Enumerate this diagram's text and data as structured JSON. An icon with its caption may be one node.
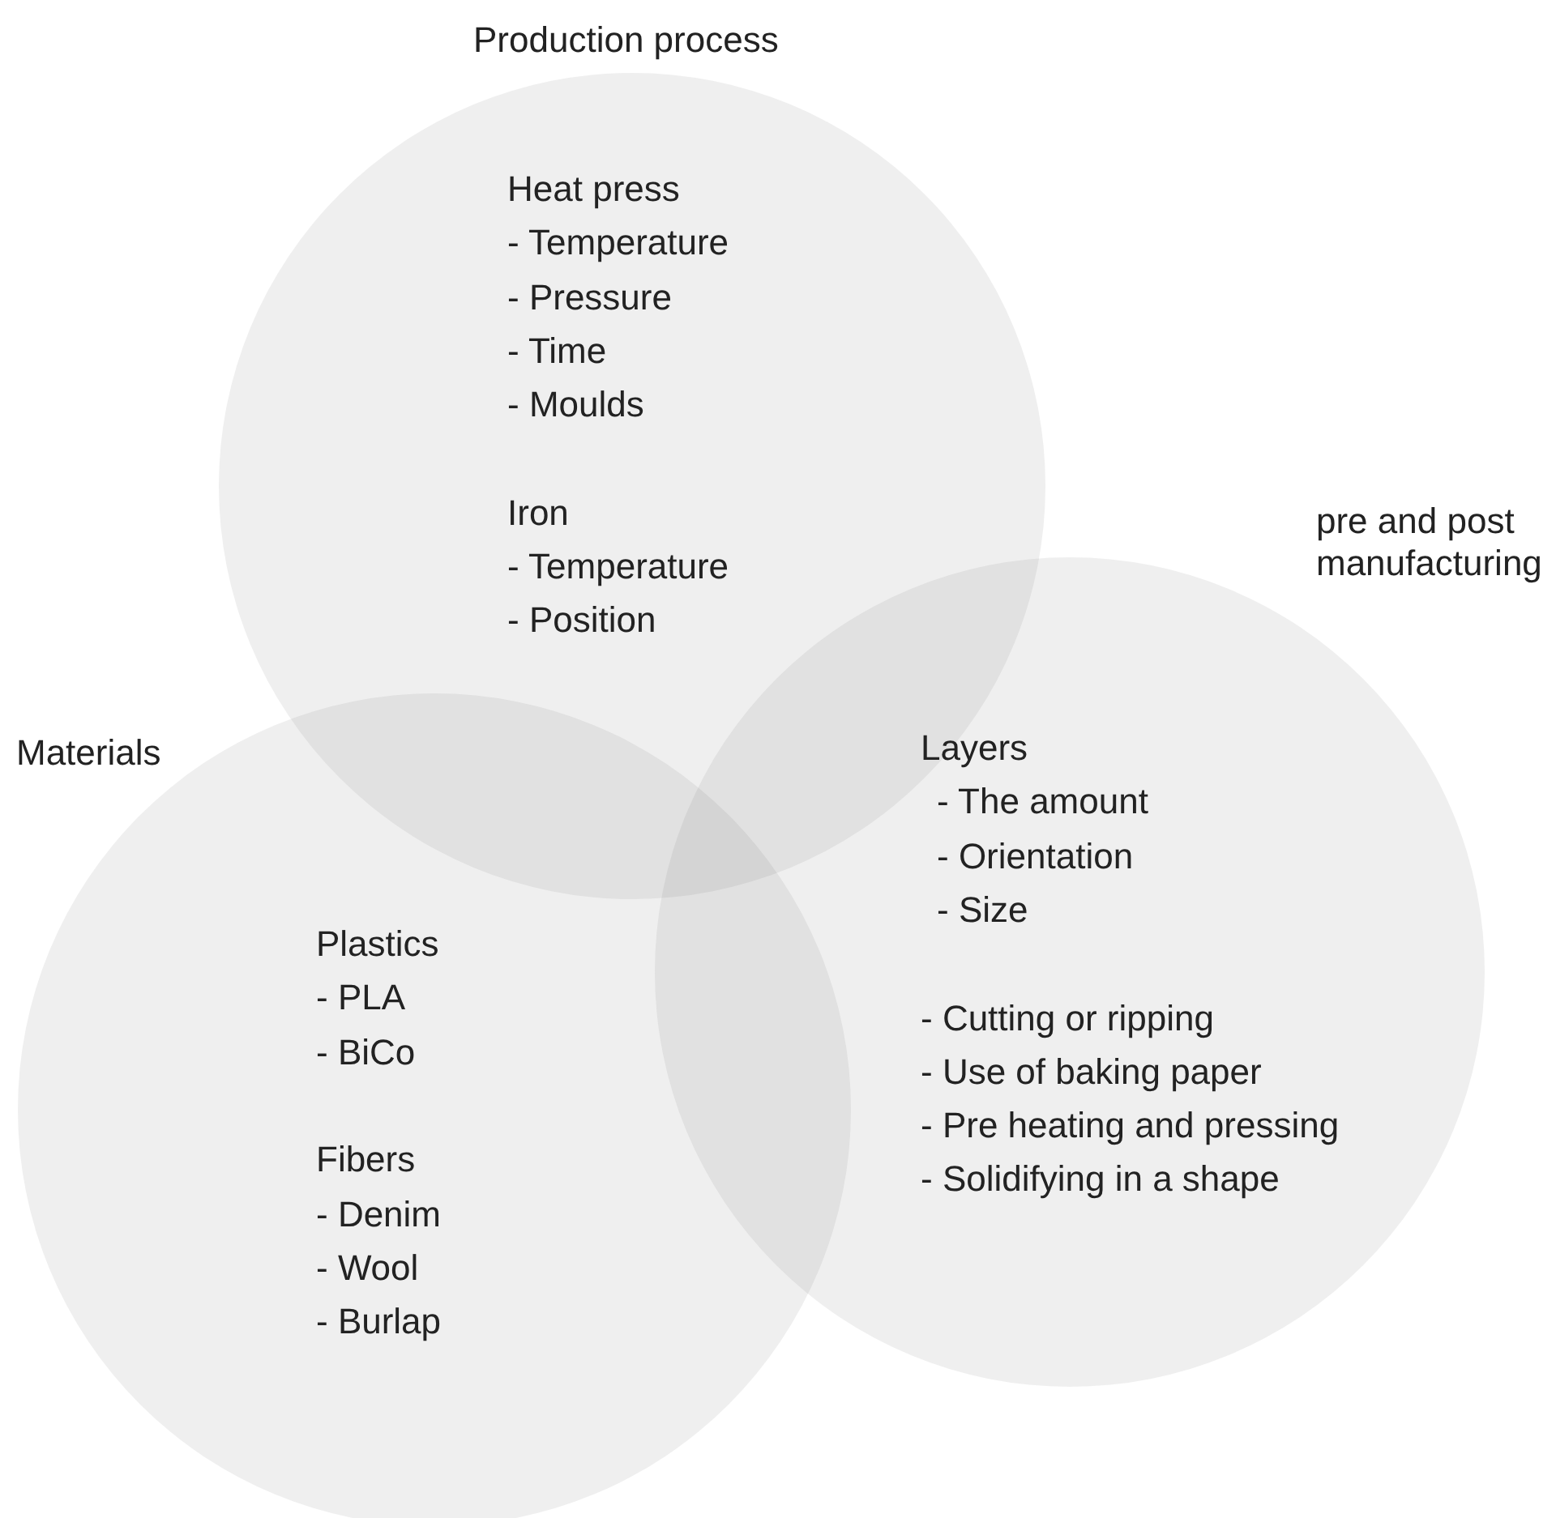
{
  "diagram": {
    "nodes": [
      {
        "text": [
          "Production process",
          "Heat press",
          "- Temperature",
          "- Pressure",
          "- Time",
          "- Moulds",
          "Iron",
          "- Temperature",
          "- Position"
        ]
      },
      {
        "text": [
          "Materials",
          "Plastics",
          "- PLA",
          "- BiCo",
          "Fibers",
          "- Denim",
          "- Wool",
          "- Burlap"
        ]
      },
      {
        "text": [
          "pre and post manufacturing",
          "Layers",
          "- The amount",
          "- Orientation",
          "- Size",
          "- Cutting or ripping",
          "- Use of baking paper",
          "- Pre heating and pressing",
          "- Solidifying in a shape"
        ]
      }
    ]
  }
}
